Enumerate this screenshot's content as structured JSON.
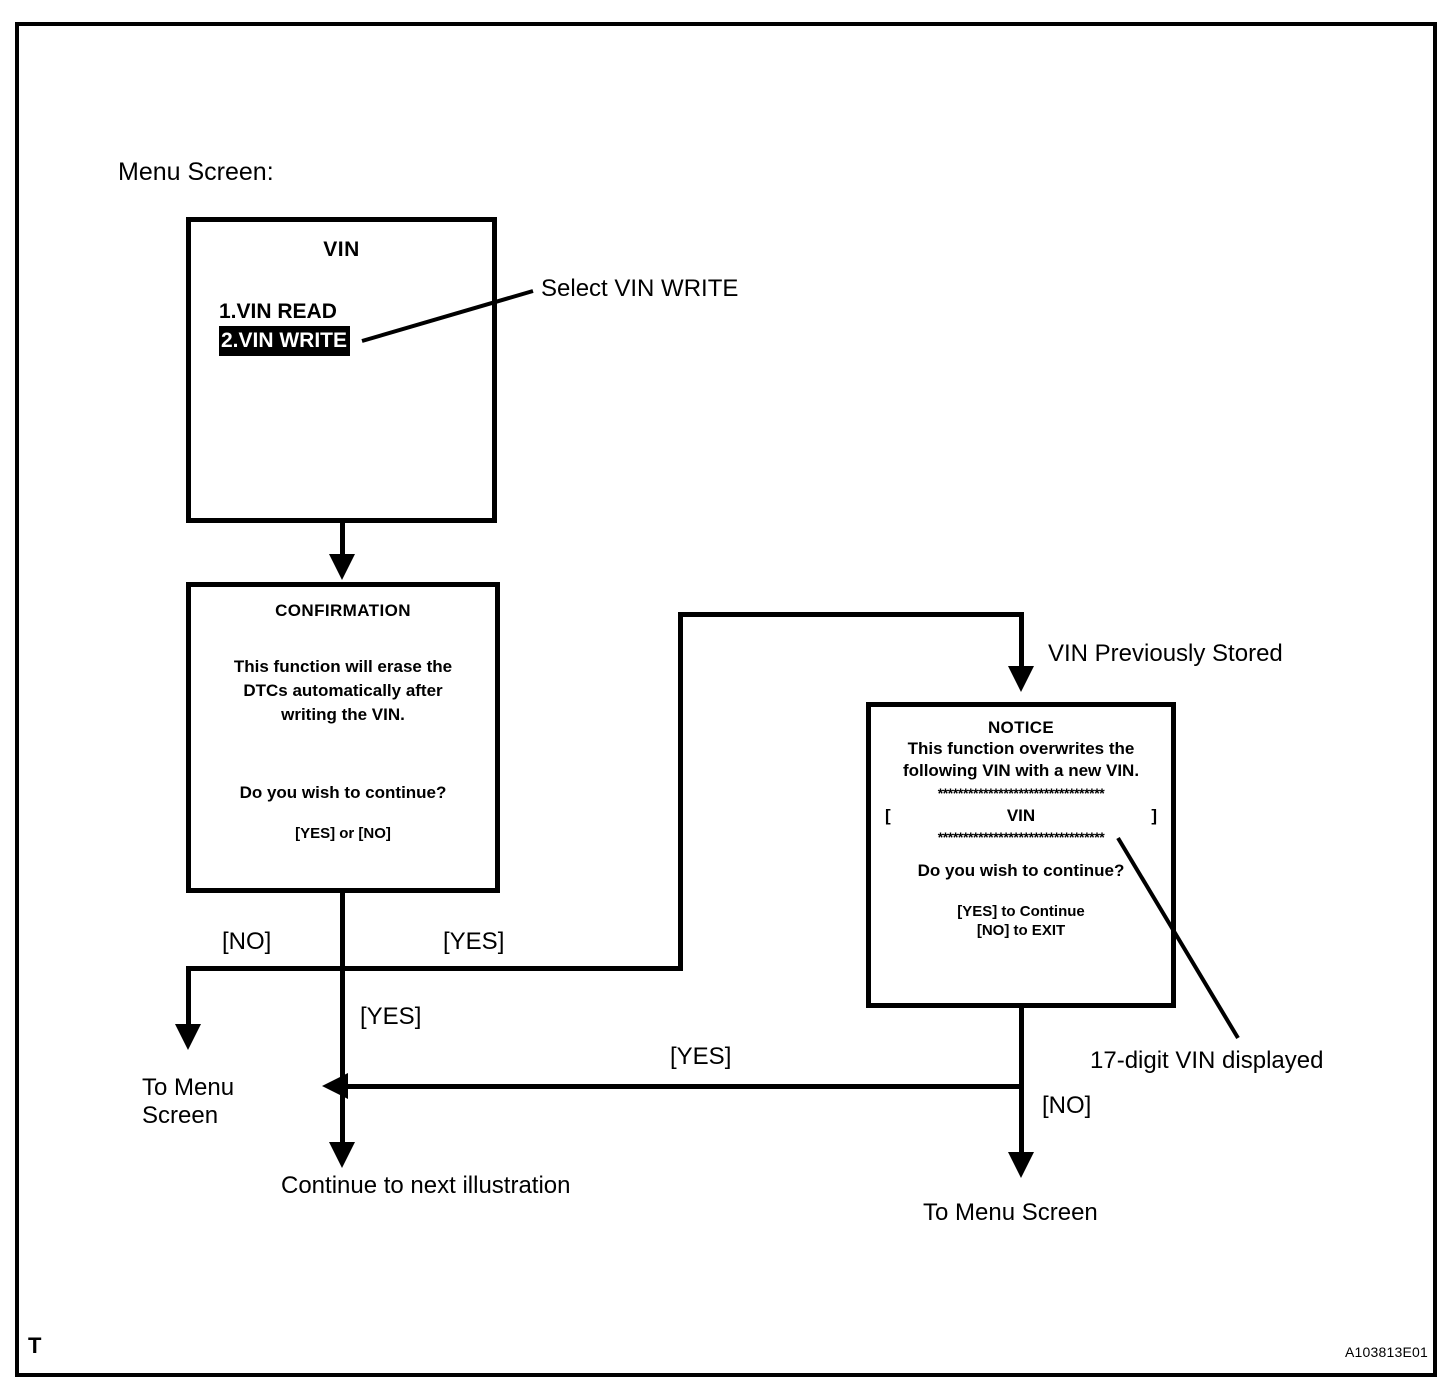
{
  "figure": {
    "corner_mark": "T",
    "figure_id": "A103813E01"
  },
  "callouts": {
    "menu_screen": "Menu Screen:",
    "select_vin_write": "Select VIN WRITE",
    "vin_previously_stored": "VIN Previously Stored",
    "seventeen_digit_vin": "17-digit VIN displayed"
  },
  "screens": {
    "vin_menu": {
      "title": "VIN",
      "items": [
        {
          "label": "1.VIN READ",
          "selected": false
        },
        {
          "label": "2.VIN WRITE",
          "selected": true
        }
      ]
    },
    "confirmation": {
      "title": "CONFIRMATION",
      "body_line1": "This function will erase the",
      "body_line2": "DTCs automatically after",
      "body_line3": "writing the VIN.",
      "question": "Do you wish to continue?",
      "options": "[YES] or [NO]"
    },
    "notice": {
      "title": "NOTICE",
      "body_line1": "This function overwrites the",
      "body_line2": "following VIN with a new VIN.",
      "separator_top": "*********************************",
      "bracket_open": "[",
      "vin_placeholder": "VIN",
      "bracket_close": "]",
      "separator_bottom": "*********************************",
      "question": "Do you wish to continue?",
      "option_yes": "[YES] to Continue",
      "option_no": "[NO] to EXIT"
    }
  },
  "flow_labels": {
    "confirm_no": "[NO]",
    "confirm_yes_top": "[YES]",
    "confirm_yes_mid": "[YES]",
    "notice_yes_return": "[YES]",
    "notice_no": "[NO]"
  },
  "terminals": {
    "to_menu_screen_left": "To Menu\nScreen",
    "to_menu_screen_left_line1": "To Menu",
    "to_menu_screen_left_line2": "Screen",
    "continue_next": "Continue to next illustration",
    "to_menu_screen_right": "To Menu Screen"
  },
  "colors": {
    "ink": "#000000",
    "paper": "#ffffff"
  }
}
